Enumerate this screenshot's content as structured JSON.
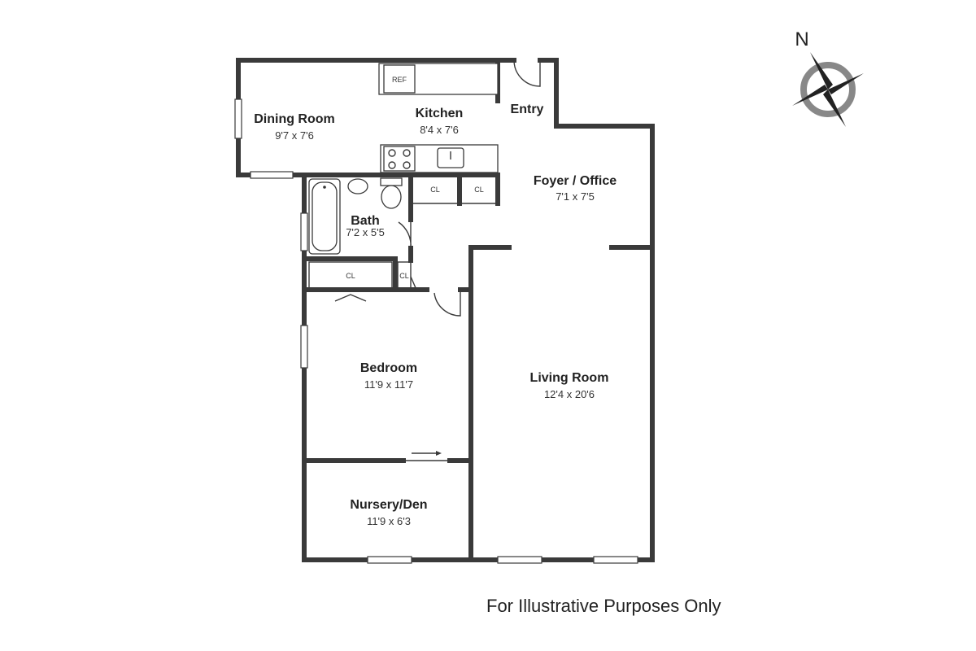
{
  "rooms": {
    "dining": {
      "name": "Dining Room",
      "dims": "9'7 x 7'6"
    },
    "kitchen": {
      "name": "Kitchen",
      "dims": "8'4 x 7'6"
    },
    "entry": {
      "name": "Entry"
    },
    "foyer": {
      "name": "Foyer / Office",
      "dims": "7'1 x 7'5"
    },
    "bath": {
      "name": "Bath",
      "dims": "7'2 x 5'5"
    },
    "bedroom": {
      "name": "Bedroom",
      "dims": "11'9 x 11'7"
    },
    "living": {
      "name": "Living Room",
      "dims": "12'4 x 20'6"
    },
    "nursery": {
      "name": "Nursery/Den",
      "dims": "11'9 x 6'3"
    }
  },
  "labels": {
    "ref": "REF",
    "closet": "CL"
  },
  "compass": {
    "north": "N"
  },
  "disclaimer": "For Illustrative Purposes Only"
}
